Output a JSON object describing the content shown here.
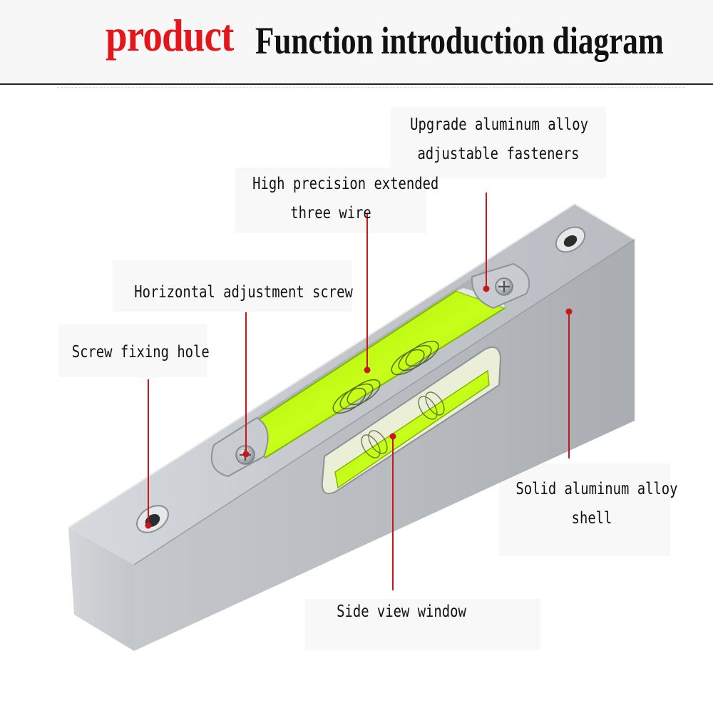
{
  "header": {
    "title_red": "product",
    "title_black": "Function introduction diagram"
  },
  "labels": {
    "fasteners": {
      "line1": "Upgrade aluminum alloy",
      "line2": "adjustable fasteners"
    },
    "three_wire": {
      "line1": "High precision extended",
      "line2": "three wire"
    },
    "adjust_screw": {
      "line1": "Horizontal adjustment screw"
    },
    "fixing_hole": {
      "line1": "Screw fixing hole"
    },
    "shell": {
      "line1": "Solid aluminum alloy",
      "line2": "shell"
    },
    "side_window": {
      "line1": "Side view window"
    }
  },
  "colors": {
    "title_red": "#e3171b",
    "leader_red": "#c8161d",
    "vial_green": "#b8f000",
    "aluminum": "#c9cdd2"
  }
}
